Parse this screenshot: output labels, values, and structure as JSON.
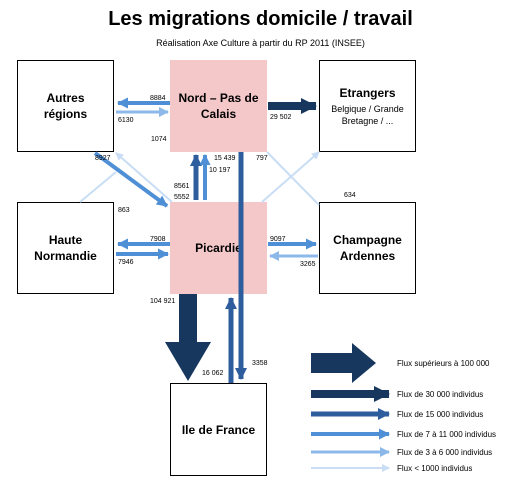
{
  "title": "Les migrations domicile / travail",
  "subtitle": "Réalisation Axe Culture à partir du RP 2011 (INSEE)",
  "regions": {
    "autres": {
      "name": "Autres régions"
    },
    "nord": {
      "name": "Nord – Pas de Calais"
    },
    "etrangers": {
      "name": "Etrangers",
      "sub": "Belgique / Grande Bretagne / ..."
    },
    "haute": {
      "name": "Haute Normandie"
    },
    "picardie": {
      "name": "Picardie"
    },
    "champagne": {
      "name": "Champagne Ardennes"
    },
    "idf": {
      "name": "Ile de France"
    }
  },
  "flows": {
    "nord_to_autres": "8884",
    "autres_to_nord": "6130",
    "nord_to_etrangers": "29 502",
    "picardie_to_autres": "1074",
    "autres_to_picardie": "8927",
    "picardie_to_etrangers": "797",
    "picardie_to_nord_1": "15 439",
    "picardie_to_nord_2": "10 197",
    "nord_to_picardie_1": "8561",
    "nord_to_picardie_2": "5552",
    "haute_to_autres": "863",
    "picardie_to_haute": "7908",
    "haute_to_picardie": "7946",
    "picardie_to_champagne": "9097",
    "champagne_to_picardie": "3265",
    "etrangers_to_picardie": "634",
    "picardie_to_idf": "104 921",
    "idf_to_picardie": "16 062",
    "nord_to_idf": "3358"
  },
  "legend": [
    {
      "label": "Flux supérieurs à 100 000",
      "color": "#17375e"
    },
    {
      "label": "Flux de 30 000 individus",
      "color": "#17375e"
    },
    {
      "label": "Flux de 15 000 individus",
      "color": "#2e5d9e"
    },
    {
      "label": "Flux de 7 à 11 000 individus",
      "color": "#4f8fd6"
    },
    {
      "label": "Flux de 3 à 6 000 individus",
      "color": "#8db8ea"
    },
    {
      "label": "Flux < 1000 individus",
      "color": "#c9ddf5"
    }
  ]
}
